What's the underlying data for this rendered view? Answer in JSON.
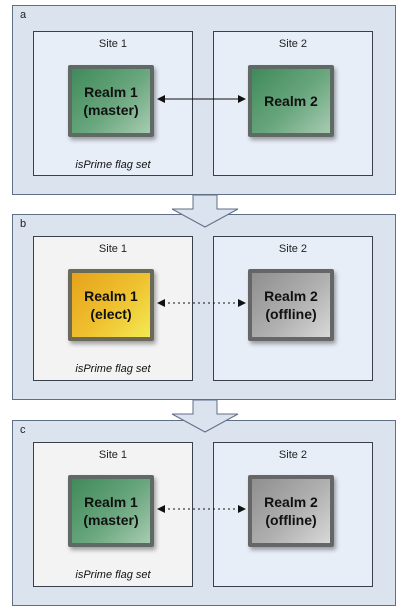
{
  "panels": [
    {
      "label": "a",
      "site1": {
        "title": "Site 1",
        "realm": "Realm 1\n(master)",
        "flag": "isPrime flag set"
      },
      "site2": {
        "title": "Site 2",
        "realm": "Realm 2"
      },
      "link": "solid"
    },
    {
      "label": "b",
      "site1": {
        "title": "Site 1",
        "realm": "Realm 1\n(elect)",
        "flag": "isPrime flag set"
      },
      "site2": {
        "title": "Site 2",
        "realm": "Realm 2\n(offline)"
      },
      "link": "dotted"
    },
    {
      "label": "c",
      "site1": {
        "title": "Site 1",
        "realm": "Realm 1\n(master)",
        "flag": "isPrime flag set"
      },
      "site2": {
        "title": "Site 2",
        "realm": "Realm 2\n(offline)"
      },
      "link": "dotted"
    }
  ],
  "colors": {
    "panel_bg": "#dbe3ef",
    "realm_master": "#5a9a70",
    "realm_elect": "#efc230",
    "realm_offline": "#b0b0b0"
  }
}
